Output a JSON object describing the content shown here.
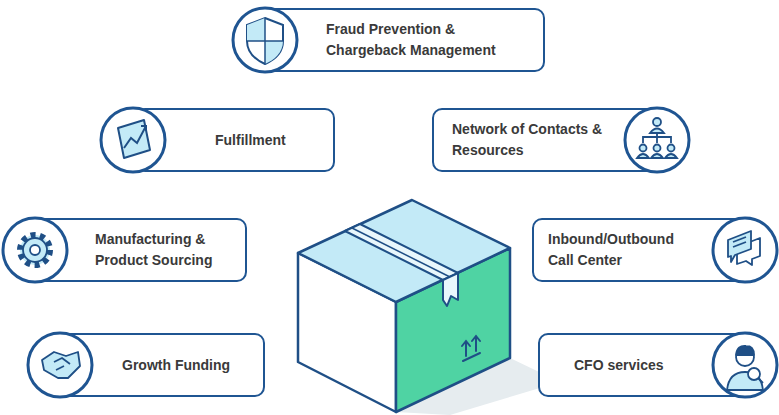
{
  "diagram": {
    "nodes": [
      {
        "text": [
          "Fraud Prevention & Chargeback Management"
        ]
      },
      {
        "text": [
          "Fulfillment"
        ]
      },
      {
        "text": [
          "Network of Contacts & Resources"
        ]
      },
      {
        "text": [
          "Manufacturing & Product Sourcing"
        ]
      },
      {
        "text": [
          "Inbound/Outbound Call Center"
        ]
      },
      {
        "text": [
          "Growth Funding"
        ]
      },
      {
        "text": [
          "CFO services"
        ]
      }
    ]
  }
}
